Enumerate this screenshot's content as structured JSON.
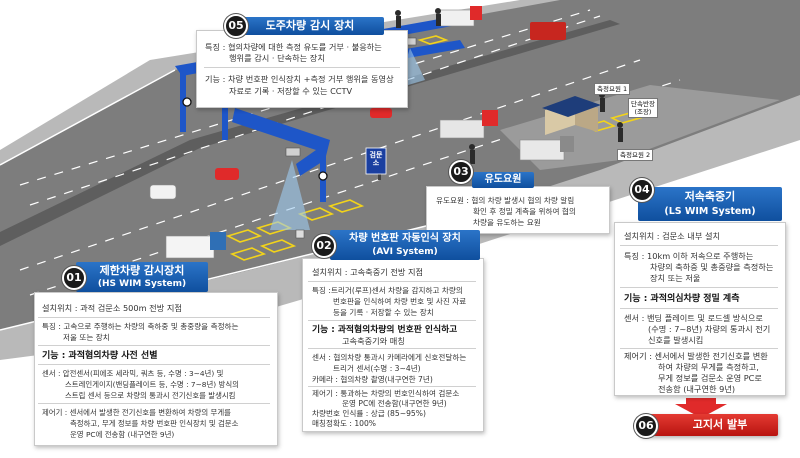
{
  "box05": {
    "num": "05",
    "title": "도주차량 감시 장치",
    "feature_1": "특징 : 협의차량에 대한 측정 유도를 거부 · 불응하는",
    "feature_2": "행위를 감시 · 단속하는 장치",
    "function_1": "기능 : 차량 번호판 인식장치 +측정 거부 행위을 동영상",
    "function_2": "자료로 기록 · 저장할 수 있는 CCTV"
  },
  "scene_labels": {
    "sign": "검문소",
    "staff1": "측정요원 1",
    "staff2": "측정요원 2",
    "booth_1": "단속반장",
    "booth_2": "(조장)"
  },
  "box03": {
    "num": "03",
    "title": "유도요원",
    "l1": "유도요원 :  협의 차량 발생시 협의 차량 알림",
    "l2": "확인 후 정밀 계측을 위하여 협의",
    "l3": "차량을  유도하는 요원"
  },
  "box04": {
    "num": "04",
    "title_1": "저속축중기",
    "title_2": "(LS WIM System)",
    "install": "설치위치 : 검문소 내부 설치",
    "feat_1": "특징 : 10km 이하 저속으로 주행하는",
    "feat_2": "차량의 축하중 및 총중량을 측정하는",
    "feat_3": "장치 또는 저울",
    "function": "기능 : 과적의심차량 정밀 계측",
    "sensor_1": "센서 : 밴딩 플레이트 및 로드셀 방식으로",
    "sensor_2": "(수명 : 7~8년) 차량의 통과시 전기",
    "sensor_3": "신호를 발생시킴",
    "ctrl_1": "제어기 : 센서에서 발생한 전기신호를 변환",
    "ctrl_2": "하여 차량의 무게를 측정하고,",
    "ctrl_3": "무게 정보를 검문소 운영 PC로",
    "ctrl_4": "전송함 (내구연한 9년)"
  },
  "box02": {
    "num": "02",
    "title_1": "차량 번호판 자동인식 장치",
    "title_2": "(AVI System)",
    "install": "설치위치 : 고속축중기 전방 지점",
    "feat_1": "특징 :트리거(루프)센서 차량을 감지하고 차량의",
    "feat_2": "번호판을 인식하여 차량 번호 및 사진 자료",
    "feat_3": "등을 기록 · 저장할 수 있는 장치",
    "function_1": "기능 : 과적혐의차량의 번호판 인식하고",
    "function_2": "고속축중기와 매칭",
    "sensor_1": "센서 : 협의차량 통과시 카메라에게 신호전달하는",
    "sensor_2": "트리거 센서(수명 : 3~4년)",
    "camera": "카메라 : 협의차량 촬영(내구연한 7년)",
    "ctrl_1": "제어기 : 통과하는 차량의 번호인식하여 검문소",
    "ctrl_2": "운영 PC에 전송함(내구연한 9년)",
    "rate_1": "차량번호 인식률 : 상급 (85~95%)",
    "rate_2": "매칭정확도 : 100%"
  },
  "box01": {
    "num": "01",
    "title_1": "제한차량 감시장치",
    "title_2": "(HS WIM System)",
    "install": "설치위치 : 과적 검문소 500m 전방 지점",
    "feat_1": "특징 : 고속으로 주행하는 차량의 축하중 및 총중량을 측정하는",
    "feat_2": "저울 또는 장치",
    "function": "기능 : 과적혐의차량 사전 선별",
    "sensor_1": "센서 : 압전센서(피에조 세라믹, 쿼츠 등, 수명 : 3~4년) 및",
    "sensor_2": "스트레인게이지(밴딩플레이트 등, 수명 : 7~8년) 방식의",
    "sensor_3": "스트립 센서 등으로  차량의 통과시 전기신호를 발생시킴",
    "ctrl_1": "제어기 : 센서에서 발생한 전기신호를 변환하여 차량의 무게를",
    "ctrl_2": "측정하고, 무게 정보를 차량 번호판 인식장치 및 검문소",
    "ctrl_3": "운영 PC에 전송함 (내구연한 9년)"
  },
  "box06": {
    "num": "06",
    "title": "고지서 발부"
  }
}
